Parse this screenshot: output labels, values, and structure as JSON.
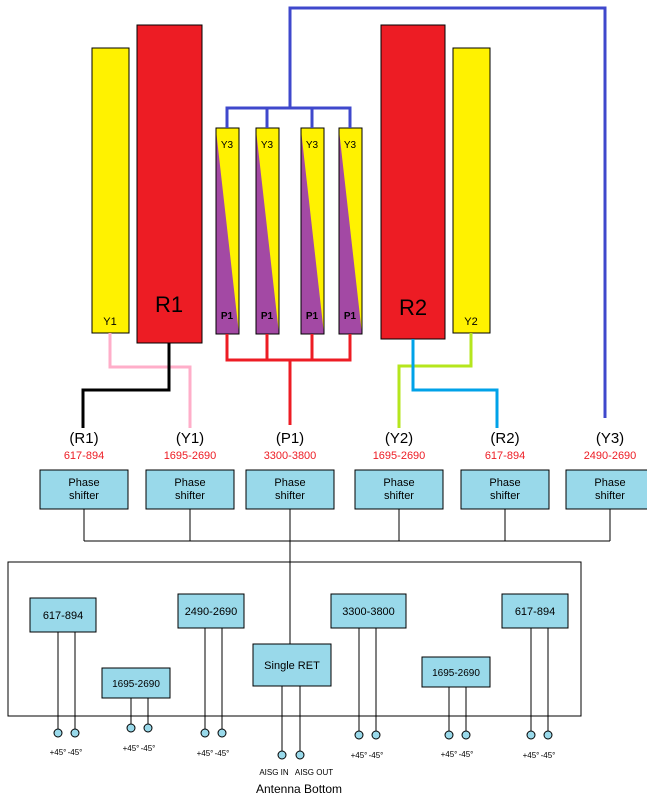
{
  "colors": {
    "red": "#ed1c24",
    "yellow": "#fff200",
    "purple": "#a349a4",
    "blue": "#3f48cc",
    "pink": "#ffaec9",
    "black": "#000000",
    "red_wire": "#ed1c24",
    "green": "#b5e61d",
    "cyan": "#00a2e8",
    "box_fill": "#99d9ea",
    "freq_text": "#ed1c24"
  },
  "elements": {
    "r1_label": "R1",
    "r2_label": "R2",
    "y1_label": "Y1",
    "y2_label": "Y2",
    "y3_labels": [
      "Y3",
      "Y3",
      "Y3",
      "Y3"
    ],
    "p1_labels": [
      "P1",
      "P1",
      "P1",
      "P1"
    ]
  },
  "ports": [
    {
      "id": "R1",
      "label": "(R1)",
      "freq": "617-894",
      "box": "Phase shifter"
    },
    {
      "id": "Y1",
      "label": "(Y1)",
      "freq": "1695-2690",
      "box": "Phase shifter"
    },
    {
      "id": "P1",
      "label": "(P1)",
      "freq": "3300-3800",
      "box": "Phase shifter"
    },
    {
      "id": "Y2",
      "label": "(Y2)",
      "freq": "1695-2690",
      "box": "Phase shifter"
    },
    {
      "id": "R2",
      "label": "(R2)",
      "freq": "617-894",
      "box": "Phase shifter"
    },
    {
      "id": "Y3",
      "label": "(Y3)",
      "freq": "2490-2690",
      "box": "Phase shifter"
    }
  ],
  "bottom": {
    "boxes": [
      "617-894",
      "1695-2690",
      "2490-2690",
      "Single RET",
      "3300-3800",
      "1695-2690",
      "617-894"
    ],
    "connectors": [
      "+45°",
      "-45°"
    ],
    "aisg_in": "AISG IN",
    "aisg_out": "AISG OUT",
    "caption": "Antenna Bottom"
  }
}
